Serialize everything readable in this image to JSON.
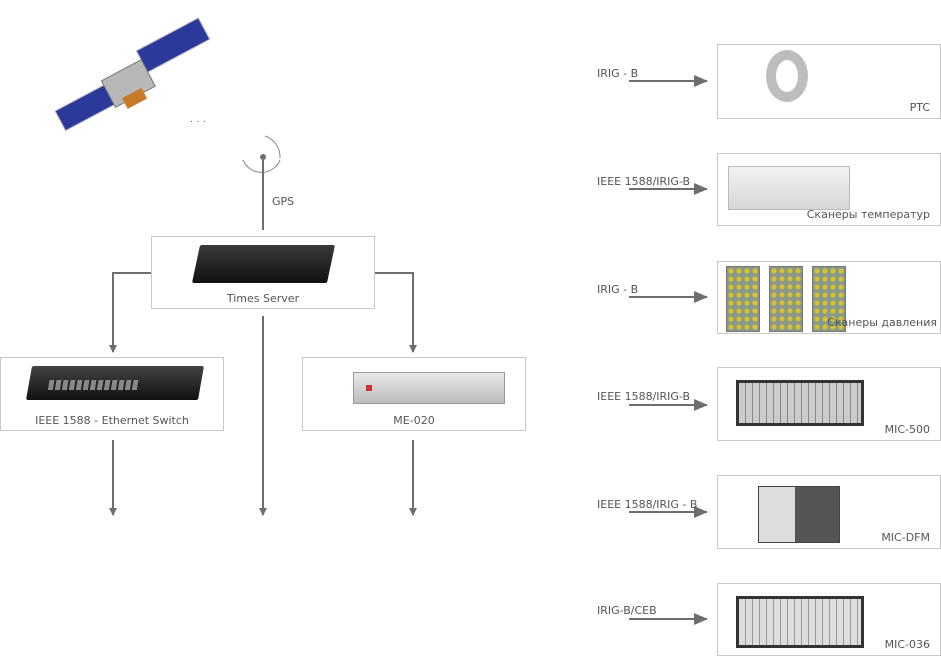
{
  "gps_label": "GPS",
  "center": {
    "times_server": "Times Server",
    "switch": "IEEE 1588 - Ethernet Switch",
    "me020": "ME-020"
  },
  "devices": [
    {
      "signal": "IRIG - B",
      "name": "PTC"
    },
    {
      "signal": "IEEE 1588/IRIG-B",
      "name": "Сканеры температур"
    },
    {
      "signal": "IRIG - B",
      "name": "Сканеры давления"
    },
    {
      "signal": "IEEE 1588/IRIG-B",
      "name": "MIC-500"
    },
    {
      "signal": "IEEE 1588/IRIG - B",
      "name": "MIC-DFM"
    },
    {
      "signal": "IRIG-B/CEB",
      "name": "MIC-036"
    }
  ],
  "colors": {
    "arrow": "#6e6e6e",
    "border": "#c8c8c8",
    "satellite_panel": "#2b3a9a"
  }
}
